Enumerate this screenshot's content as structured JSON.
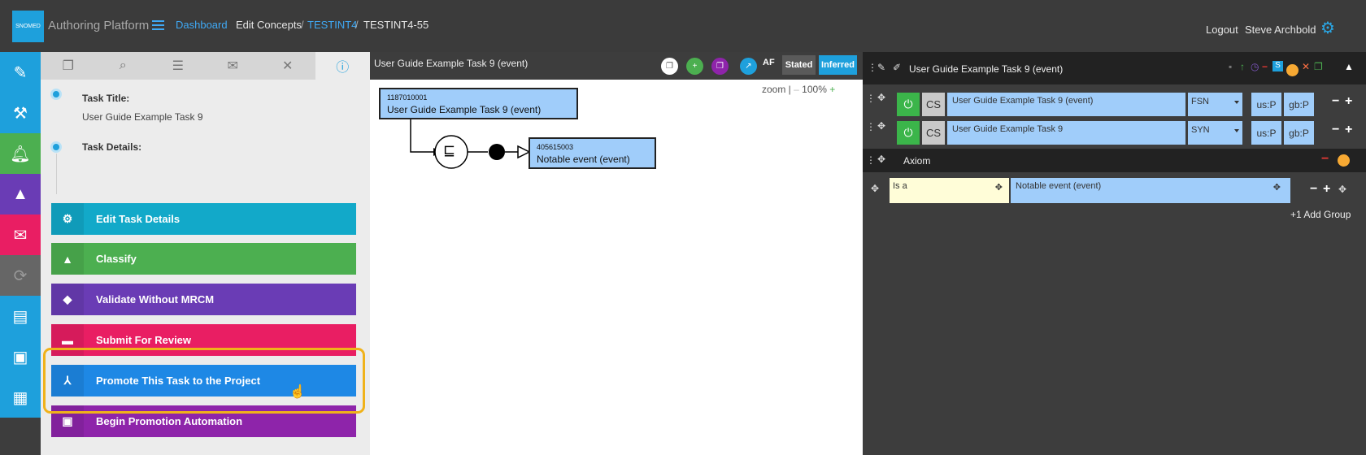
{
  "header": {
    "logo_text": "SNOMED",
    "app_title": "Authoring Platform",
    "breadcrumb": [
      "Dashboard",
      "Edit Concepts",
      "/",
      "TESTINT4",
      "/",
      "TESTINT4-55"
    ],
    "logout": "Logout",
    "user": "Steve Archbold"
  },
  "task_panel": {
    "task_title_label": "Task Title:",
    "task_title_value": "User Guide Example Task 9",
    "task_details_label": "Task Details:",
    "actions": [
      {
        "label": "Edit Task Details",
        "color": "#12a9c9"
      },
      {
        "label": "Classify",
        "color": "#4caf50"
      },
      {
        "label": "Validate Without MRCM",
        "color": "#6a3cb5"
      },
      {
        "label": "Submit For Review",
        "color": "#e91e63"
      },
      {
        "label": "Promote This Task to the Project",
        "color": "#1e88e5"
      },
      {
        "label": "Begin Promotion Automation",
        "color": "#8e24aa"
      }
    ]
  },
  "diagram": {
    "title": "User Guide Example Task 9 (event)",
    "toolbar": {
      "af": "AF",
      "stated": "Stated",
      "inferred": "Inferred"
    },
    "zoom_label": "zoom |",
    "zoom_minus": "–",
    "zoom_value": "100%",
    "zoom_plus": "+",
    "concept": {
      "id": "1187010001",
      "name": "User Guide Example Task 9 (event)"
    },
    "parent": {
      "id": "405615003",
      "name": "Notable event (event)"
    },
    "operator": "⊑"
  },
  "editor": {
    "title": "User Guide Example Task 9 (event)",
    "descriptions": [
      {
        "cs": "CS",
        "term": "User Guide Example Task 9 (event)",
        "type": "FSN",
        "us": "us:P",
        "gb": "gb:P"
      },
      {
        "cs": "CS",
        "term": "User Guide Example Task 9",
        "type": "SYN",
        "us": "us:P",
        "gb": "gb:P"
      }
    ],
    "axiom_label": "Axiom",
    "relationship": {
      "type": "Is a",
      "target": "Notable event (event)"
    },
    "add_group": "+1 Add Group"
  }
}
